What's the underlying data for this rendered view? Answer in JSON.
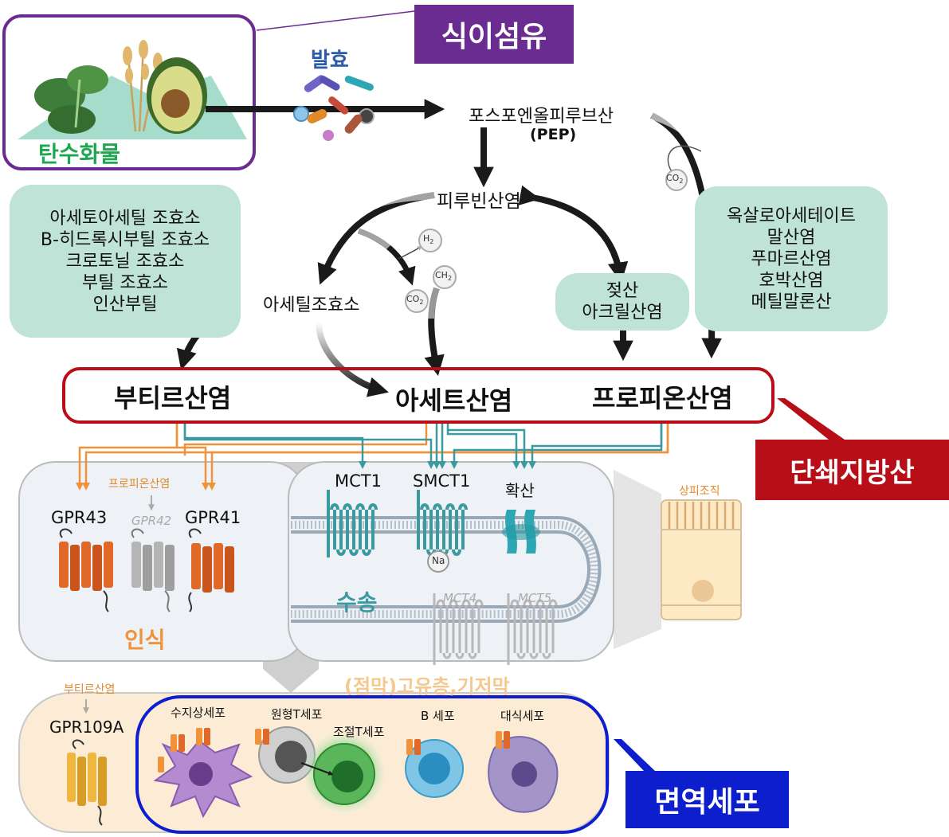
{
  "colors": {
    "dietary_fiber": "#6a2c91",
    "scfa": "#b70e17",
    "immune": "#0d1ecc",
    "teal_box": "#bfe3d7",
    "orange_arrow": "#f0923a",
    "teal_arrow": "#3a9aa0"
  },
  "title_labels": {
    "dietary_fiber": "식이섬유",
    "scfa": "단쇄지방산",
    "immune_cells": "면역세포"
  },
  "input": {
    "carbohydrate": "탄수화물",
    "fermentation": "발효"
  },
  "metabolites": {
    "pep": "포스포엔올피루브산",
    "pep_abbr": "(PEP)",
    "pyruvate": "피루빈산염",
    "acetyl_coa": "아세틸조효소",
    "co2": "CO",
    "co2_sub": "2",
    "h2": "H",
    "h2_sub": "2",
    "ch2": "CH",
    "ch2_sub": "2"
  },
  "butyrate_pathway": [
    "아세토아세틸 조효소",
    "B-히드록시부틸 조효소",
    "크로토닐 조효소",
    "부틸 조효소",
    "인산부틸"
  ],
  "lactate_pathway": [
    "젖산",
    "아크릴산염"
  ],
  "succinate_pathway": [
    "옥살로아세테이트",
    "말산염",
    "푸마르산염",
    "호박산염",
    "메틸말론산"
  ],
  "scfa": {
    "butyrate": "부티르산염",
    "acetate": "아세트산염",
    "propionate": "프로피온산염"
  },
  "recognition": {
    "gpr43": "GPR43",
    "gpr42": "GPR42",
    "gpr41": "GPR41",
    "propionate_label": "프로피온산염",
    "title": "인식"
  },
  "transport": {
    "mct1": "MCT1",
    "smct1": "SMCT1",
    "diffusion": "확산",
    "na": "Na",
    "mct4": "MCT4",
    "mct5": "MCT5",
    "title": "수송",
    "epithelium": "상피조직"
  },
  "lamina": "(점막)고유층,기저막",
  "gpr109a": {
    "butyrate_label": "부티르산염",
    "name": "GPR109A"
  },
  "immune_cells": {
    "dendritic": "수지상세포",
    "naive_t": "원형T세포",
    "treg": "조절T세포",
    "b_cell": "B 세포",
    "macrophage": "대식세포"
  }
}
